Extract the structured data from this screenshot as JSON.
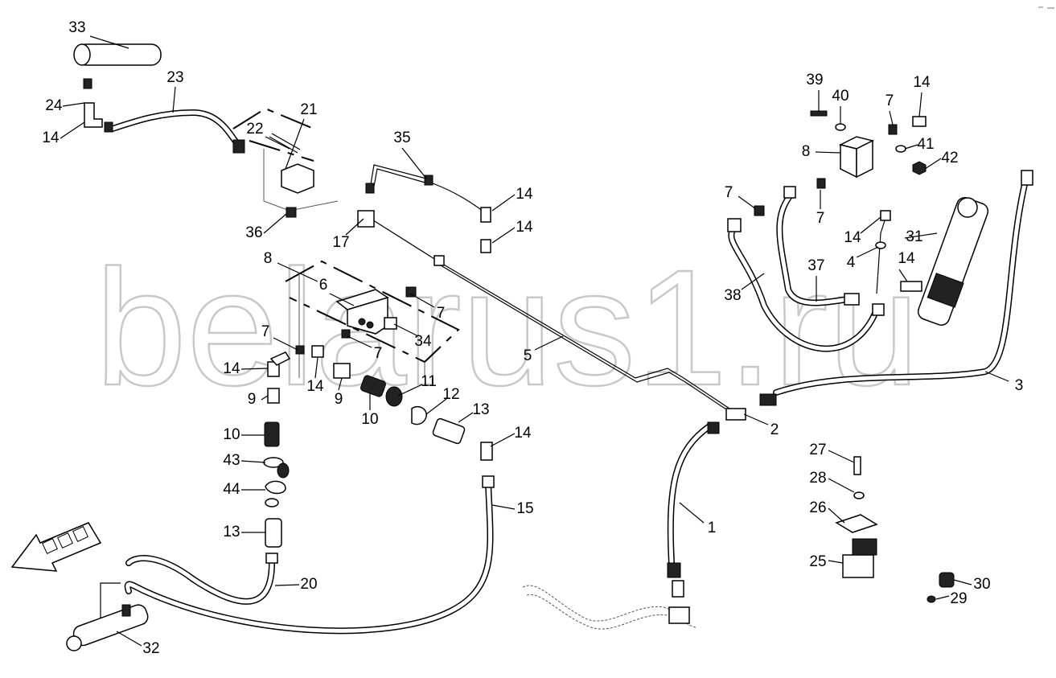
{
  "watermark": "belarus1.ru",
  "labels": [
    "33",
    "23",
    "24",
    "14",
    "21",
    "22",
    "36",
    "35",
    "14",
    "14",
    "17",
    "8",
    "6",
    "7",
    "34",
    "7",
    "7",
    "14",
    "14",
    "9",
    "9",
    "11",
    "5",
    "12",
    "10",
    "13",
    "10",
    "14",
    "43",
    "44",
    "15",
    "13",
    "20",
    "32",
    "39",
    "40",
    "7",
    "14",
    "8",
    "41",
    "42",
    "7",
    "7",
    "14",
    "31",
    "4",
    "14",
    "37",
    "38",
    "2",
    "3",
    "1",
    "27",
    "28",
    "26",
    "25",
    "30",
    "29"
  ]
}
